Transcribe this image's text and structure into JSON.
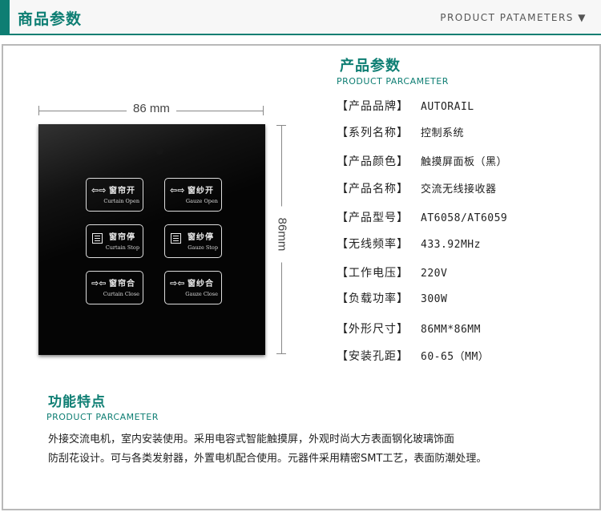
{
  "header": {
    "title": "商品参数",
    "right_text": "PRODUCT  PATAMETERS",
    "right_icon": "caret-down-icon"
  },
  "product_image": {
    "width_label": "86 mm",
    "height_label": "86mm",
    "keys": [
      {
        "icon": "↔",
        "cn": "窗帘开",
        "en": "Curtain Open"
      },
      {
        "icon": "↔",
        "cn": "窗纱开",
        "en": "Gauze Open"
      },
      {
        "icon": "≡",
        "cn": "窗帘停",
        "en": "Curtain Stop"
      },
      {
        "icon": "≡",
        "cn": "窗纱停",
        "en": "Gauze Stop"
      },
      {
        "icon": "⇒",
        "cn": "窗帘合",
        "en": "Curtain Close"
      },
      {
        "icon": "⇒",
        "cn": "窗纱合",
        "en": "Gauze Close"
      }
    ]
  },
  "params": {
    "title": "产品参数",
    "subtitle": "PRODUCT PARCAMETER",
    "rows": [
      {
        "label": "【产品品牌】",
        "value": "AUTORAIL"
      },
      {
        "label": "【系列名称】",
        "value": "控制系统"
      },
      {
        "label": "【产品颜色】",
        "value": "触摸屏面板（黑）"
      },
      {
        "label": "【产品名称】",
        "value": "交流无线接收器"
      },
      {
        "label": "【产品型号】",
        "value": "AT6058/AT6059"
      },
      {
        "label": "【无线频率】",
        "value": "433.92MHz"
      },
      {
        "label": "【工作电压】",
        "value": "220V"
      },
      {
        "label": "【负载功率】",
        "value": "300W"
      },
      {
        "label": "【外形尺寸】",
        "value": "86MM*86MM"
      },
      {
        "label": "【安装孔距】",
        "value": "60-65（MM）"
      }
    ]
  },
  "features": {
    "title": "功能特点",
    "subtitle": "PRODUCT PARCAMETER",
    "line1": "外接交流电机，室内安装使用。采用电容式智能触摸屏，外观时尚大方表面钢化玻璃饰面",
    "line2": "防刮花设计。可与各类发射器，外置电机配合使用。元器件采用精密SMT工艺，表面防潮处理。"
  },
  "colors": {
    "accent": "#0e7e73",
    "panel": "#050505",
    "frame": "#b9b9b9"
  }
}
